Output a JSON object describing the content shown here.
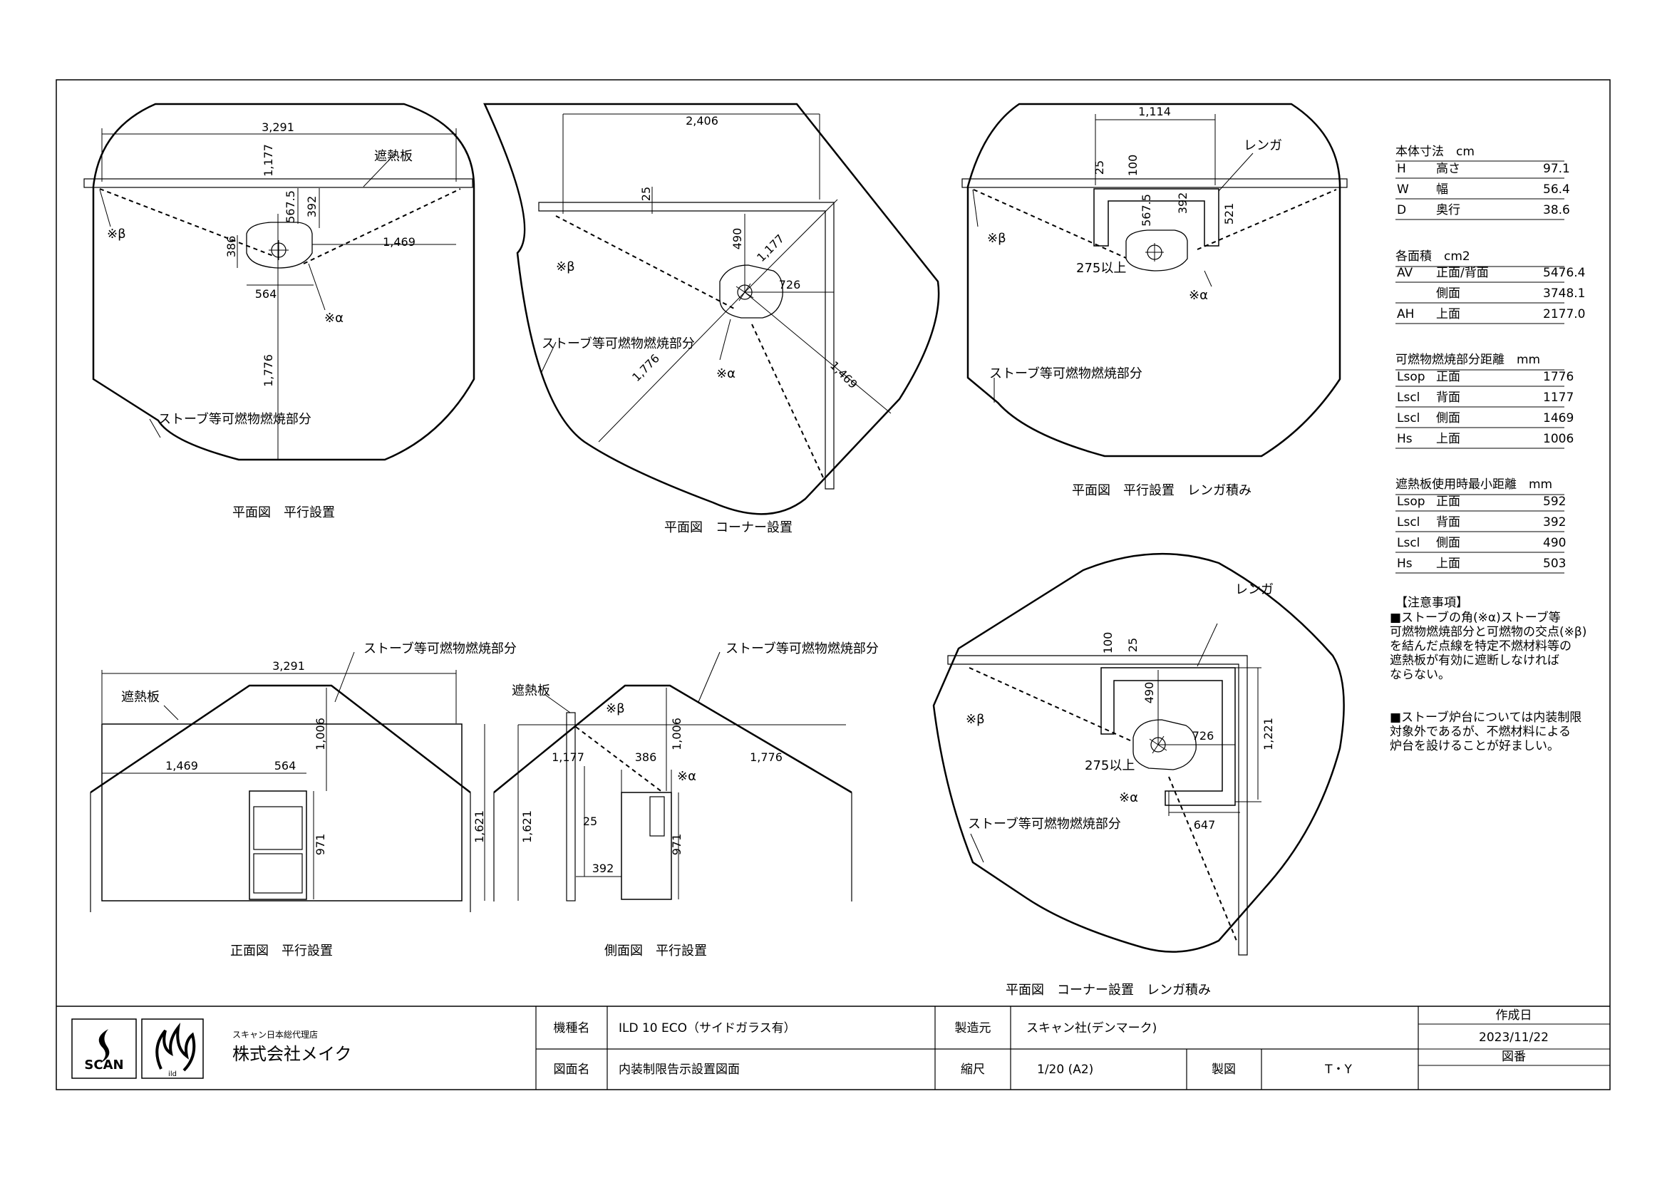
{
  "labels": {
    "heat_shield": "遮熱板",
    "combustible": "ストーブ等可燃物燃焼部分",
    "brick": "レンガ",
    "alpha": "※α",
    "beta": "※β",
    "min_275": "275以上"
  },
  "views": {
    "plan_parallel": {
      "caption": "平面図　平行設置",
      "dims": {
        "width": "3,291",
        "back": "1,177",
        "d1": "567.5",
        "d2": "392",
        "side": "1,469",
        "d3": "386",
        "stove_w": "564",
        "front": "1,776"
      }
    },
    "plan_corner": {
      "caption": "平面図　コーナー設置",
      "dims": {
        "top": "2,406",
        "gap": "25",
        "d490": "490",
        "d1177": "1,177",
        "d726": "726",
        "d1776": "1,776",
        "d1469": "1,469"
      }
    },
    "plan_parallel_brick": {
      "caption": "平面図　平行設置　レンガ積み",
      "dims": {
        "top": "1,114",
        "gap": "25",
        "d100": "100",
        "d567": "567.5",
        "d392": "392",
        "d521": "521"
      }
    },
    "plan_corner_brick": {
      "caption": "平面図　コーナー設置　レンガ積み",
      "dims": {
        "d100": "100",
        "gap": "25",
        "d490": "490",
        "d726": "726",
        "d1221": "1,221",
        "d647": "647"
      }
    },
    "front_parallel": {
      "caption": "正面図　平行設置",
      "dims": {
        "width": "3,291",
        "side": "1,469",
        "stove_w": "564",
        "top": "1,006",
        "h971": "971",
        "h1621": "1,621"
      }
    },
    "side_parallel": {
      "caption": "側面図　平行設置",
      "dims": {
        "back": "1,177",
        "d386": "386",
        "front": "1,776",
        "top": "1,006",
        "h1621": "1,621",
        "gap": "25",
        "d392": "392",
        "h971": "971"
      }
    }
  },
  "spec": {
    "body": {
      "title": "本体寸法　cm",
      "rows": [
        [
          "H",
          "高さ",
          "97.1"
        ],
        [
          "W",
          "幅",
          "56.4"
        ],
        [
          "D",
          "奥行",
          "38.6"
        ]
      ]
    },
    "area": {
      "title": "各面積　cm2",
      "rows": [
        [
          "AV",
          "正面/背面",
          "5476.4"
        ],
        [
          "",
          "側面",
          "3748.1"
        ],
        [
          "AH",
          "上面",
          "2177.0"
        ]
      ]
    },
    "dist": {
      "title": "可燃物燃焼部分距離　mm",
      "rows": [
        [
          "Lsop",
          "正面",
          "1776"
        ],
        [
          "Lscl",
          "背面",
          "1177"
        ],
        [
          "Lscl",
          "側面",
          "1469"
        ],
        [
          "Hs",
          "上面",
          "1006"
        ]
      ]
    },
    "shield": {
      "title": "遮熱板使用時最小距離　mm",
      "rows": [
        [
          "Lsop",
          "正面",
          "592"
        ],
        [
          "Lscl",
          "背面",
          "392"
        ],
        [
          "Lscl",
          "側面",
          "490"
        ],
        [
          "Hs",
          "上面",
          "503"
        ]
      ]
    }
  },
  "notes": {
    "title": "【注意事項】",
    "lines": [
      "■ストーブの角(※α)ストーブ等",
      "可燃物燃焼部分と可燃物の交点(※β)",
      "を結んだ点線を特定不燃材料等の",
      "遮熱板が有効に遮断しなければ",
      "ならない。",
      "■ストーブ炉台については内装制限",
      "対象外であるが、不燃材料による",
      "炉台を設けることが好ましい。"
    ]
  },
  "titleblock": {
    "brand_scan": "SCAN",
    "brand_ild": "ild",
    "dealer_small": "スキャン日本総代理店",
    "company": "株式会社メイク",
    "model_label": "機種名",
    "model_value": "ILD 10 ECO（サイドガラス有）",
    "maker_label": "製造元",
    "maker_value": "スキャン社(デンマーク)",
    "drawing_label": "図面名",
    "drawing_value": "内装制限告示設置図面",
    "scale_label": "縮尺",
    "scale_value": "1/20 (A2)",
    "drafter_label": "製図",
    "drafter_value": "T・Y",
    "date_label": "作成日",
    "date_value": "2023/11/22",
    "number_label": "図番"
  }
}
